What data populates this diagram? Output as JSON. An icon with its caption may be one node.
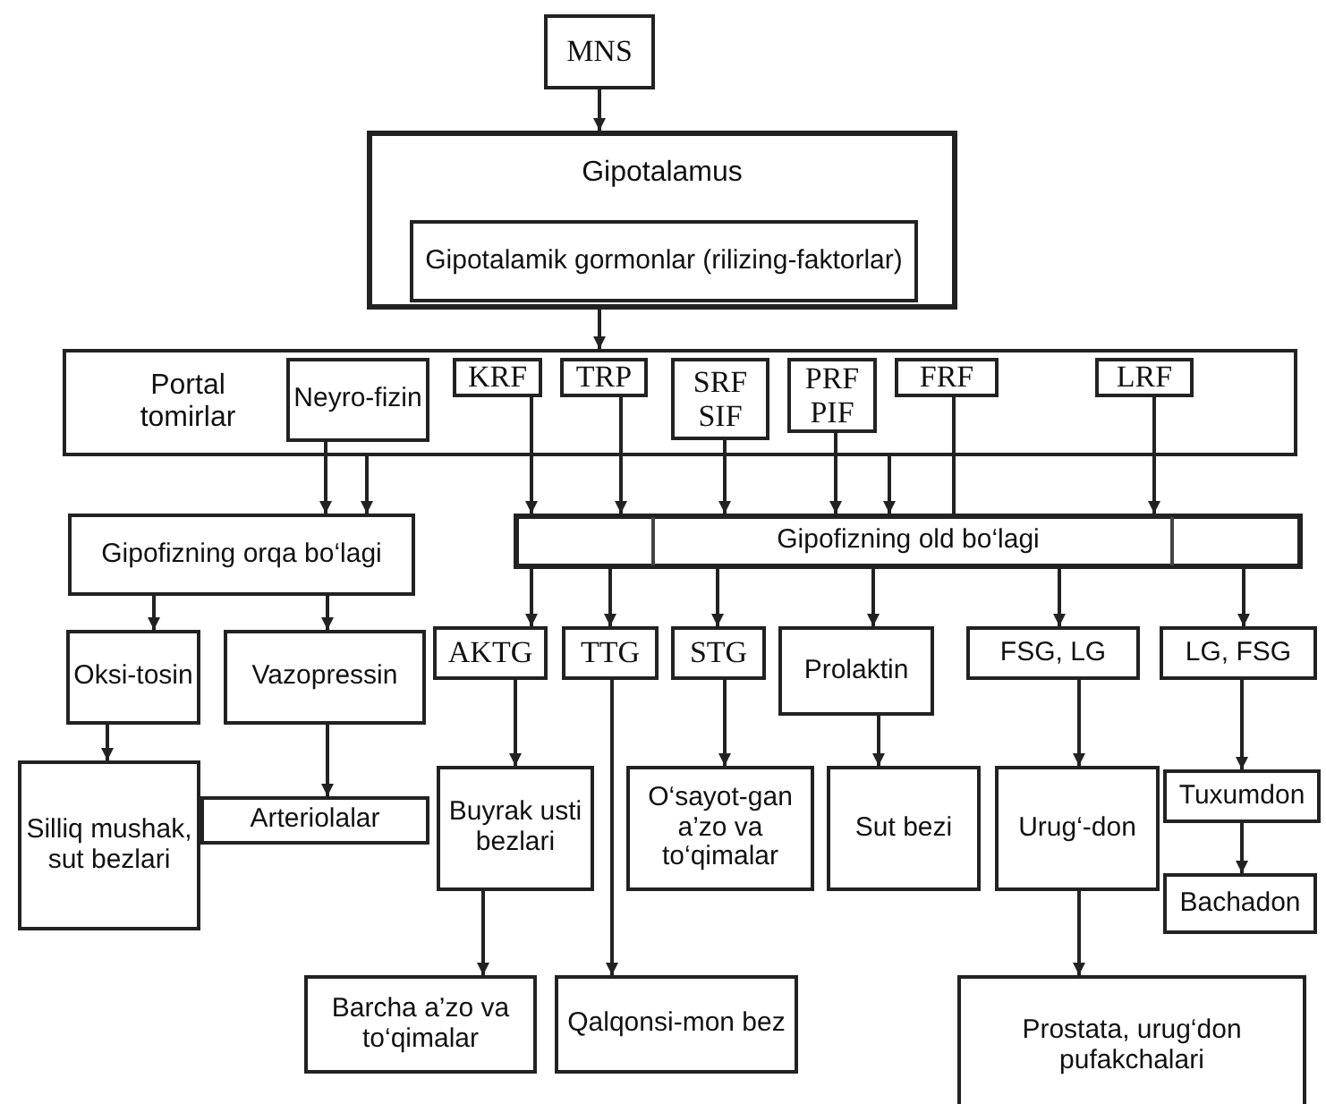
{
  "diagram": {
    "nodes": [
      {
        "text": [
          "MNS"
        ]
      },
      {
        "text": [
          "Gipotalamus"
        ]
      },
      {
        "text": [
          "Gipotalamik gormonlar (rilizing-faktorlar)"
        ],
        "in": 1
      },
      {
        "text": [
          "Portal tomirlar"
        ]
      },
      {
        "text": [
          "Neyro-fizin"
        ],
        "in": 3
      },
      {
        "text": [
          "KRF"
        ],
        "in": 3
      },
      {
        "text": [
          "TRP"
        ],
        "in": 3
      },
      {
        "text": [
          "SRF SIF"
        ],
        "in": 3
      },
      {
        "text": [
          "PRF PIF"
        ],
        "in": 3
      },
      {
        "text": [
          "FRF"
        ],
        "in": 3
      },
      {
        "text": [
          "LRF"
        ],
        "in": 3
      },
      {
        "text": [
          "Gipofizning orqa bo‘lagi"
        ]
      },
      {
        "text": [
          "Gipofizning old bo‘lagi"
        ]
      },
      {
        "text": [
          "Oksi-tosin"
        ]
      },
      {
        "text": [
          "Vazopressin"
        ]
      },
      {
        "text": [
          "AKTG"
        ]
      },
      {
        "text": [
          "TTG"
        ]
      },
      {
        "text": [
          "STG"
        ]
      },
      {
        "text": [
          "Prolaktin"
        ]
      },
      {
        "text": [
          "FSG, LG"
        ]
      },
      {
        "text": [
          "LG, FSG"
        ]
      },
      {
        "text": [
          "Silliq mushak, sut bezlari"
        ]
      },
      {
        "text": [
          "Arteriolalar"
        ]
      },
      {
        "text": [
          "Buyrak usti bezlari"
        ]
      },
      {
        "text": [
          "O‘sayot-gan a’zo va to‘qimalar"
        ]
      },
      {
        "text": [
          "Sut bezi"
        ]
      },
      {
        "text": [
          "Urug‘-don"
        ]
      },
      {
        "text": [
          "Tuxumdon"
        ]
      },
      {
        "text": [
          "Bachadon"
        ]
      },
      {
        "text": [
          "Barcha a’zo va to‘qimalar"
        ]
      },
      {
        "text": [
          "Qalqonsi-mon bez"
        ]
      },
      {
        "text": [
          "Prostata, urug‘don pufakchalari"
        ]
      }
    ],
    "edges": [
      {
        "from": 0,
        "to": 1,
        "arrow": "to"
      },
      {
        "from": 1,
        "to": 3,
        "arrow": "to"
      },
      {
        "from": 4,
        "to": 11,
        "arrow": "to"
      },
      {
        "from": 3,
        "to": 11,
        "arrow": "to"
      },
      {
        "from": 5,
        "to": 12,
        "arrow": "to"
      },
      {
        "from": 6,
        "to": 12,
        "arrow": "to"
      },
      {
        "from": 7,
        "to": 12,
        "arrow": "to"
      },
      {
        "from": 8,
        "to": 12,
        "arrow": "to"
      },
      {
        "from": 3,
        "to": 12,
        "arrow": "to"
      },
      {
        "from": 9,
        "to": 12,
        "arrow": "none"
      },
      {
        "from": 10,
        "to": 12,
        "arrow": "to"
      },
      {
        "from": 11,
        "to": 13,
        "arrow": "to"
      },
      {
        "from": 11,
        "to": 14,
        "arrow": "to"
      },
      {
        "from": 12,
        "to": 15,
        "arrow": "to"
      },
      {
        "from": 12,
        "to": 16,
        "arrow": "to"
      },
      {
        "from": 12,
        "to": 17,
        "arrow": "to"
      },
      {
        "from": 12,
        "to": 18,
        "arrow": "to"
      },
      {
        "from": 12,
        "to": 19,
        "arrow": "to"
      },
      {
        "from": 12,
        "to": 20,
        "arrow": "to"
      },
      {
        "from": 13,
        "to": 21,
        "arrow": "to"
      },
      {
        "from": 14,
        "to": 22,
        "arrow": "to"
      },
      {
        "from": 15,
        "to": 23,
        "arrow": "to"
      },
      {
        "from": 16,
        "to": 30,
        "arrow": "to"
      },
      {
        "from": 17,
        "to": 24,
        "arrow": "to"
      },
      {
        "from": 18,
        "to": 25,
        "arrow": "to"
      },
      {
        "from": 19,
        "to": 26,
        "arrow": "to"
      },
      {
        "from": 20,
        "to": 27,
        "arrow": "to"
      },
      {
        "from": 27,
        "to": 28,
        "arrow": "to"
      },
      {
        "from": 23,
        "to": 29,
        "arrow": "to"
      },
      {
        "from": 26,
        "to": 31,
        "arrow": "to"
      }
    ]
  }
}
